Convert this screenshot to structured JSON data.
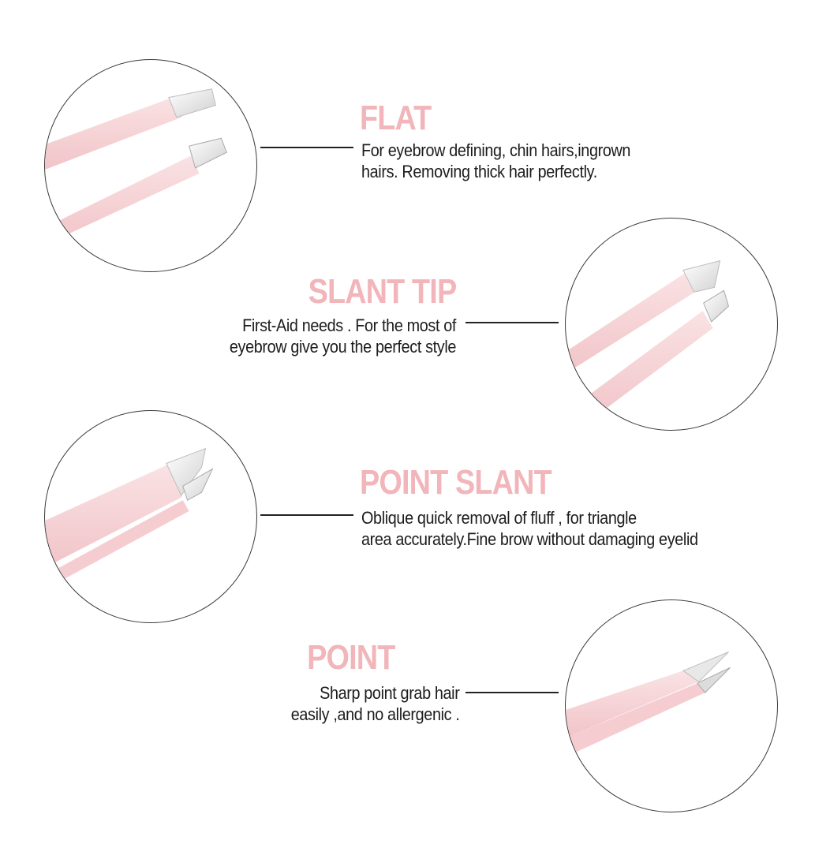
{
  "colors": {
    "title_pink": "#f2b5ba",
    "tweezer_pink": "#f6d3d6",
    "tip_silver": "#e6e6e6",
    "text_dark": "#1c1c1c"
  },
  "sections": [
    {
      "id": "flat",
      "title": "FLAT",
      "lines": [
        "For eyebrow defining, chin hairs,ingrown",
        "hairs. Removing thick hair perfectly."
      ],
      "icon": "flat-tip-tweezer-icon"
    },
    {
      "id": "slant-tip",
      "title": "SLANT TIP",
      "lines": [
        "First-Aid needs . For the most of",
        "eyebrow give you the perfect style"
      ],
      "icon": "slant-tip-tweezer-icon"
    },
    {
      "id": "point-slant",
      "title": "POINT SLANT",
      "lines": [
        "Oblique quick removal of fluff , for triangle",
        "area accurately.Fine brow without damaging eyelid"
      ],
      "icon": "point-slant-tweezer-icon"
    },
    {
      "id": "point",
      "title": "POINT",
      "lines": [
        "Sharp point grab hair",
        "easily ,and no allergenic ."
      ],
      "icon": "point-tweezer-icon"
    }
  ]
}
